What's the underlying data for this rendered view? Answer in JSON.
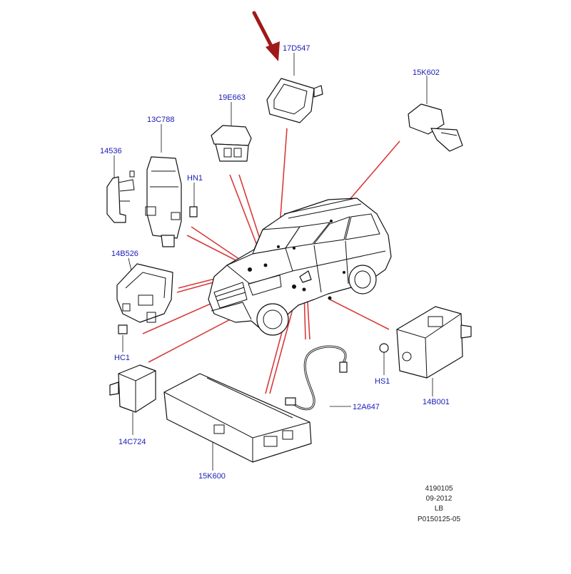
{
  "labels": {
    "p17D547": "17D547",
    "p15K602": "15K602",
    "p19E663": "19E663",
    "p13C788": "13C788",
    "p14536": "14536",
    "pHN1": "HN1",
    "p14B526": "14B526",
    "pHC1": "HC1",
    "p14C724": "14C724",
    "p15K600": "15K600",
    "p12A647": "12A647",
    "pHS1": "HS1",
    "p14B001": "14B001"
  },
  "footer": {
    "line1": "4190105",
    "line2": "09-2012",
    "line3": "LB",
    "line4": "P0150125-05"
  },
  "colors": {
    "label": "#1a1ab8",
    "leader_red": "#d83b3b",
    "arrow": "#a01818",
    "line": "#111111"
  }
}
